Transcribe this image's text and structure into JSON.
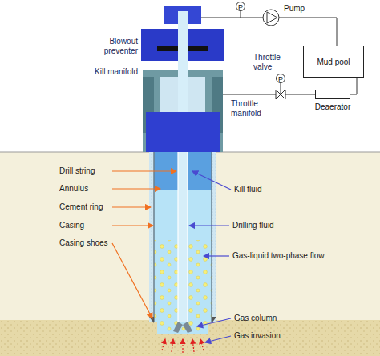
{
  "diagram": {
    "nodes": [
      {
        "text": [
          "P"
        ]
      },
      {
        "text": [
          "Mud pool"
        ]
      },
      {
        "text": [
          "P"
        ]
      },
      {
        "text": [
          "Deaerator"
        ]
      }
    ],
    "edges": [
      {
        "from": 3,
        "to": 1,
        "arrow": "none"
      }
    ],
    "labels": [
      "Pump",
      "Blowout preventer",
      "Kill manifold",
      "Throttle manifold",
      "Throttle valve",
      "Drill string",
      "Annulus",
      "Cement ring",
      "Casing",
      "Casing shoes",
      "Kill fluid",
      "Drilling fluid",
      "Gas-liquid two-phase flow",
      "Gas column",
      "Gas invasion"
    ]
  }
}
